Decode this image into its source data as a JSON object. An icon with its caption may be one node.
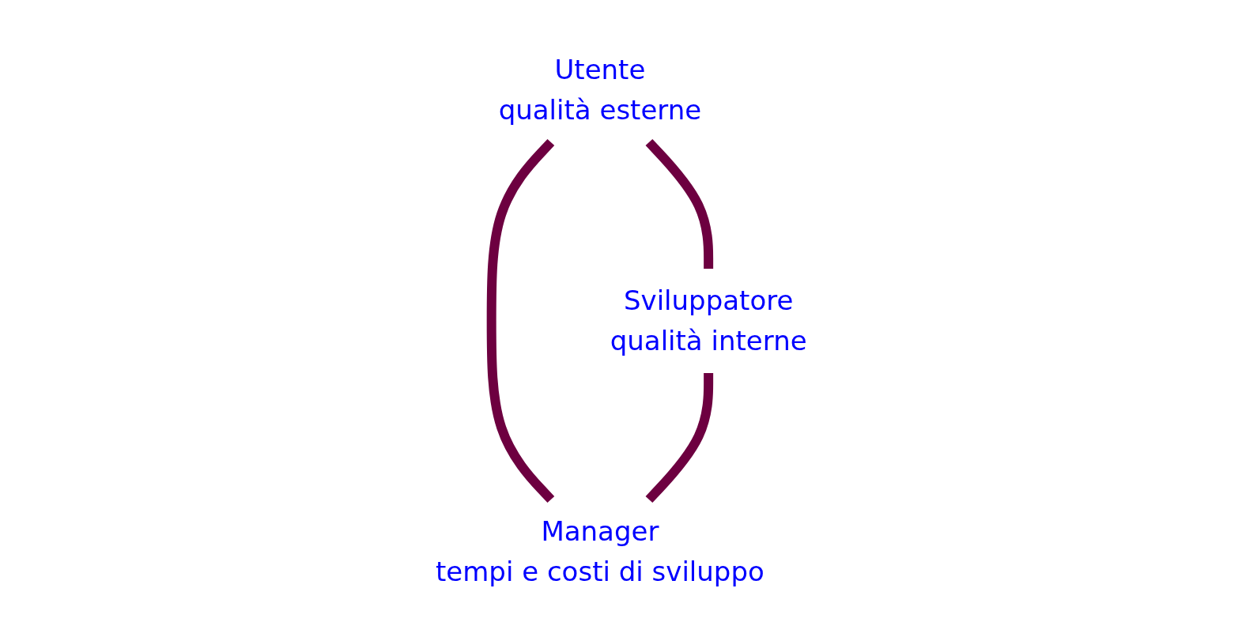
{
  "diagram": {
    "nodes": [
      {
        "text": [
          "Utente",
          "qualità esterne"
        ]
      },
      {
        "text": [
          "Sviluppatore",
          "qualità interne"
        ]
      },
      {
        "text": [
          "Manager",
          "tempi e costi di sviluppo"
        ]
      }
    ],
    "edges": [
      {
        "from": 0,
        "to": 1,
        "arrow": "none"
      },
      {
        "from": 0,
        "to": 2,
        "arrow": "none"
      },
      {
        "from": 1,
        "to": 2,
        "arrow": "none"
      }
    ]
  }
}
